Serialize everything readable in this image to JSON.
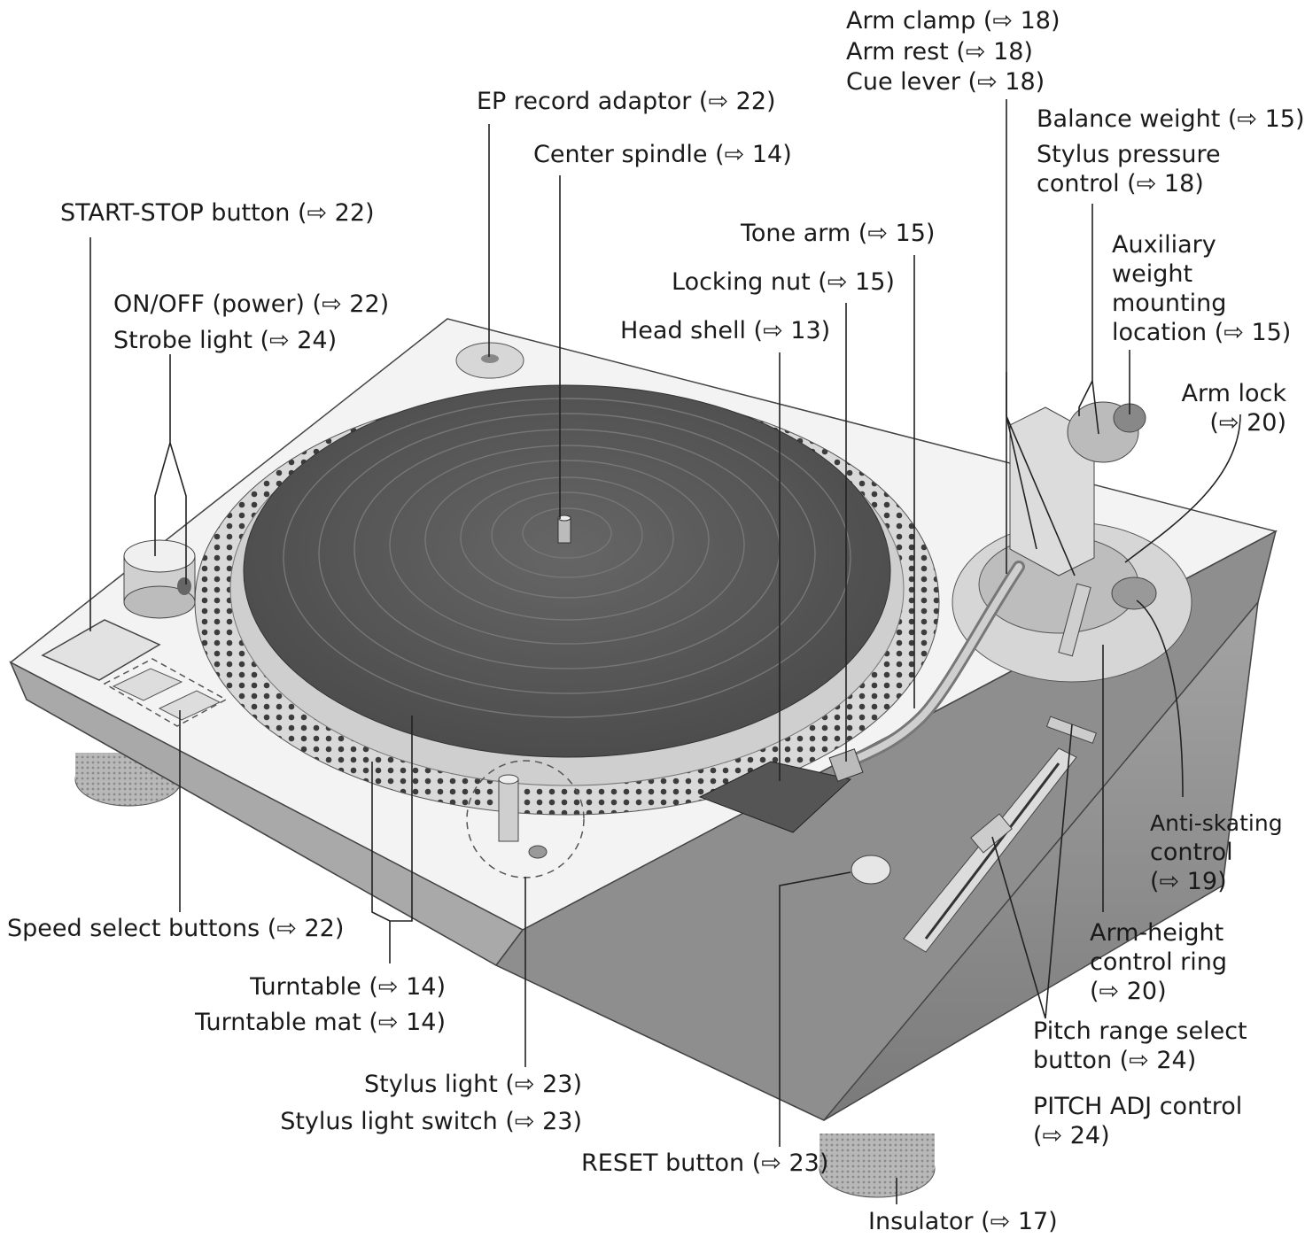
{
  "labels": {
    "arm_clamp": "Arm clamp (⇨ 18)",
    "arm_rest": "Arm rest (⇨ 18)",
    "cue_lever": "Cue lever (⇨ 18)",
    "ep_adaptor": "EP record adaptor (⇨ 22)",
    "center_spindle": "Center spindle (⇨ 14)",
    "balance_weight": "Balance weight (⇨ 15)",
    "stylus_pressure_1": "Stylus pressure",
    "stylus_pressure_2": "control (⇨ 18)",
    "start_stop": "START-STOP button (⇨ 22)",
    "tone_arm": "Tone arm (⇨ 15)",
    "aux_weight_1": "Auxiliary",
    "aux_weight_2": "weight",
    "aux_weight_3": "mounting",
    "aux_weight_4": "location (⇨ 15)",
    "locking_nut": "Locking nut (⇨ 15)",
    "on_off": "ON/OFF (power) (⇨ 22)",
    "strobe_light": "Strobe light (⇨ 24)",
    "head_shell": "Head shell (⇨ 13)",
    "arm_lock_1": "Arm lock",
    "arm_lock_2": "(⇨ 20)",
    "anti_skating_1": "Anti-skating",
    "anti_skating_2": "control",
    "anti_skating_3": "(⇨ 19)",
    "speed_select": "Speed select buttons (⇨ 22)",
    "arm_height_1": "Arm-height",
    "arm_height_2": "control ring",
    "arm_height_3": "(⇨ 20)",
    "turntable": "Turntable (⇨ 14)",
    "turntable_mat": "Turntable mat (⇨ 14)",
    "pitch_range_1": "Pitch range select",
    "pitch_range_2": "button (⇨ 24)",
    "stylus_light": "Stylus light (⇨ 23)",
    "stylus_light_switch": "Stylus light switch (⇨ 23)",
    "pitch_adj_1": "PITCH ADJ control",
    "pitch_adj_2": "(⇨ 24)",
    "reset": "RESET button (⇨ 23)",
    "insulator": "Insulator (⇨ 17)"
  },
  "colors": {
    "line": "#222222",
    "body_top": "#f4f4f4",
    "body_side": "#9a9a9a",
    "mat": "#555555",
    "platter_rim": "#cfcfcf"
  }
}
